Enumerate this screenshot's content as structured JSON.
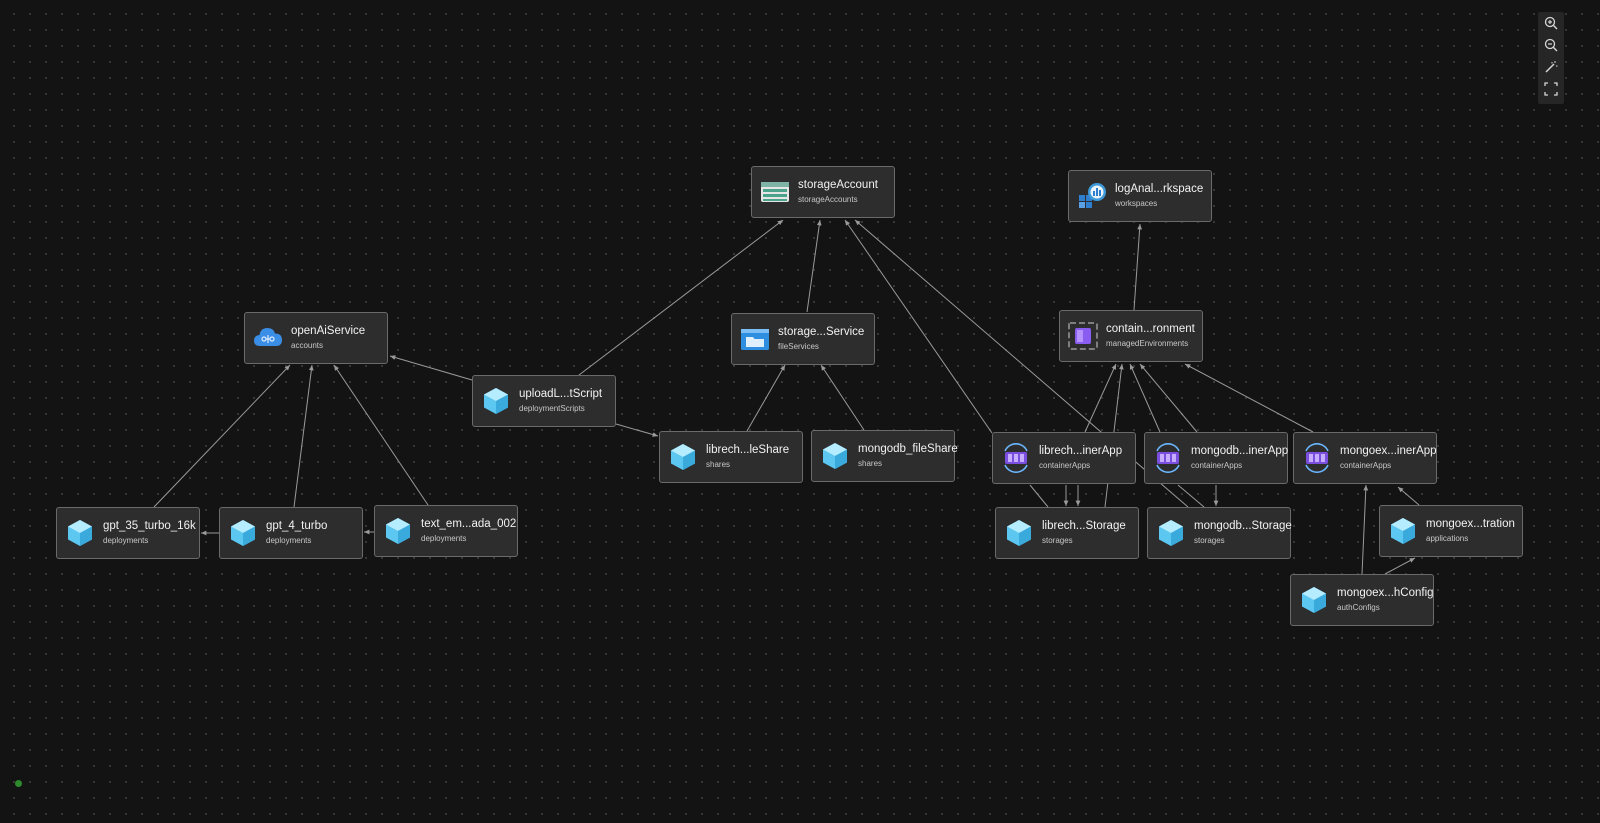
{
  "colors": {
    "background": "#131313",
    "node_background": "#2d2d2d",
    "node_border": "#6a6a6a",
    "edge": "#9a9a9a",
    "status_dot": "#2d8a2d"
  },
  "toolbar": {
    "zoom_in_icon": "zoom-in-icon",
    "zoom_out_icon": "zoom-out-icon",
    "magic_wand_icon": "magic-wand-icon",
    "fullscreen_icon": "fullscreen-icon"
  },
  "nodes": [
    {
      "id": "storageAccount",
      "name": "storageAccount",
      "type": "storageAccounts",
      "icon": "storage-account-icon"
    },
    {
      "id": "logAnalytics",
      "name": "logAnal...rkspace",
      "type": "workspaces",
      "icon": "log-analytics-icon"
    },
    {
      "id": "openAiService",
      "name": "openAiService",
      "type": "accounts",
      "icon": "openai-cloud-icon"
    },
    {
      "id": "fileService",
      "name": "storage...Service",
      "type": "fileServices",
      "icon": "file-service-icon"
    },
    {
      "id": "containerEnv",
      "name": "contain...ronment",
      "type": "managedEnvironments",
      "icon": "managed-environment-icon"
    },
    {
      "id": "uploadScript",
      "name": "uploadL...tScript",
      "type": "deploymentScripts",
      "icon": "cube-icon"
    },
    {
      "id": "librechShare",
      "name": "librech...leShare",
      "type": "shares",
      "icon": "cube-icon"
    },
    {
      "id": "mongoShare",
      "name": "mongodb_fileShare",
      "type": "shares",
      "icon": "cube-icon"
    },
    {
      "id": "librechApp",
      "name": "librech...inerApp",
      "type": "containerApps",
      "icon": "container-app-icon"
    },
    {
      "id": "mongoApp",
      "name": "mongodb...inerApp",
      "type": "containerApps",
      "icon": "container-app-icon"
    },
    {
      "id": "mongoexApp",
      "name": "mongoex...inerApp",
      "type": "containerApps",
      "icon": "container-app-icon"
    },
    {
      "id": "gpt35",
      "name": "gpt_35_turbo_16k",
      "type": "deployments",
      "icon": "cube-icon"
    },
    {
      "id": "gpt4",
      "name": "gpt_4_turbo",
      "type": "deployments",
      "icon": "cube-icon"
    },
    {
      "id": "textEmb",
      "name": "text_em...ada_002",
      "type": "deployments",
      "icon": "cube-icon"
    },
    {
      "id": "librechStorage",
      "name": "librech...Storage",
      "type": "storages",
      "icon": "cube-icon"
    },
    {
      "id": "mongoStorage",
      "name": "mongodb...Storage",
      "type": "storages",
      "icon": "cube-icon"
    },
    {
      "id": "mongoexReg",
      "name": "mongoex...tration",
      "type": "applications",
      "icon": "cube-icon"
    },
    {
      "id": "mongoexAuth",
      "name": "mongoex...hConfig",
      "type": "authConfigs",
      "icon": "cube-icon"
    }
  ]
}
